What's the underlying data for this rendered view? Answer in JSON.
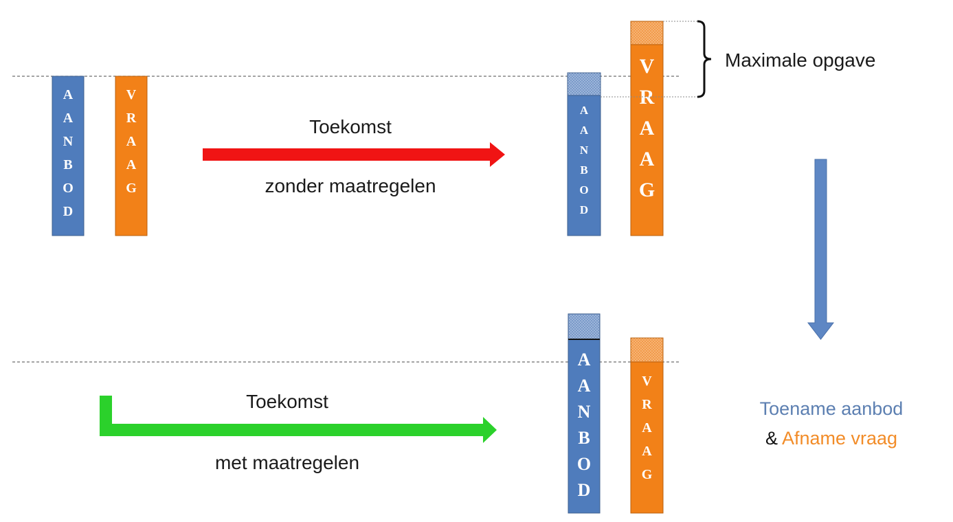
{
  "colors": {
    "blue": "#4F7CBC",
    "orange": "#F28118",
    "red": "#F01414",
    "green": "#2BD12B",
    "arrow_blue": "#5E87C4",
    "text_blue": "#5C7FB1",
    "text_orange": "#F28C28",
    "dash": "#6E6E6E"
  },
  "bars": {
    "aanbod_letters": [
      "A",
      "A",
      "N",
      "B",
      "O",
      "D"
    ],
    "vraag_letters": [
      "V",
      "R",
      "A",
      "A",
      "G"
    ]
  },
  "top": {
    "arrow_label_top": "Toekomst",
    "arrow_label_bottom": "zonder maatregelen",
    "bracket_label": "Maximale opgave"
  },
  "bottom": {
    "arrow_label_top": "Toekomst",
    "arrow_label_bottom": "met maatregelen"
  },
  "summary": {
    "line1": "Toename aanbod",
    "amp": "&",
    "line2_rest": "Afname vraag"
  }
}
